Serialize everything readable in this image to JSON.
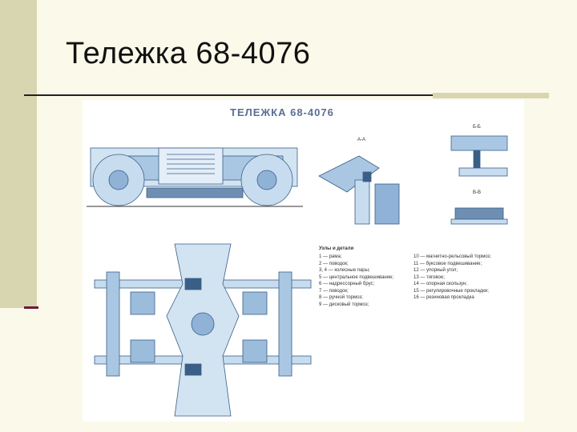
{
  "slide": {
    "title": "Тележка 68-4076"
  },
  "figure": {
    "title": "ТЕЛЕЖКА 68-4076",
    "section_aa": "А-А",
    "section_bb": "Б-Б",
    "section_vv": "В-В",
    "legend_header": "Узлы и детали",
    "legend_left": [
      "1 — рама;",
      "2 — поводок;",
      "3, 4 — колесные пары;",
      "5 — центральное подвешивание;",
      "6 — надрессорный брус;",
      "7 — поводок;",
      "8 — ручной тормоз;",
      "9 — дисковый тормоз;"
    ],
    "legend_right": [
      "10 — магнитно-рельсовый тормоз;",
      "11 — буксовое подвешивание;",
      "12 — упорный угол;",
      "13 — тяговое;",
      "14 — опорная скользун;",
      "15 — регулировочные прокладки;",
      "16 — резиновая прокладка"
    ]
  },
  "colors": {
    "background": "#fbf9ea",
    "side_bar": "#d8d6b0",
    "accent_bar": "#6b1a3a",
    "drawing_blue": "#b9d3ea",
    "drawing_line": "#3a5f87"
  }
}
